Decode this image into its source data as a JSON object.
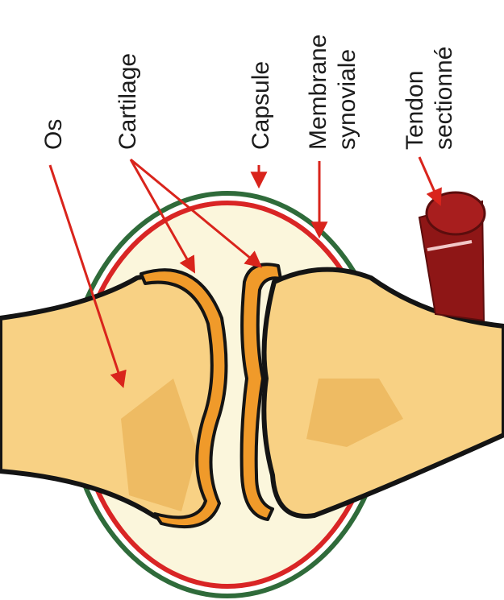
{
  "labels": {
    "os": "Os",
    "cartilage": "Cartilage",
    "capsule": "Capsule",
    "membrane_line1": "Membrane",
    "membrane_line2": "synoviale",
    "tendon_line1": "Tendon",
    "tendon_line2": "sectionné"
  },
  "colors": {
    "bone": "#f8d184",
    "bone_shade": "#eebb63",
    "cartilage": "#f09a2a",
    "synovial_fluid": "#fbf6dc",
    "capsule": "#2f6b3a",
    "synovial_membrane": "#d92525",
    "outline": "#141414",
    "arrow": "#d9241c",
    "tendon": "#8e1616",
    "tendon_end": "#a81e1e"
  }
}
